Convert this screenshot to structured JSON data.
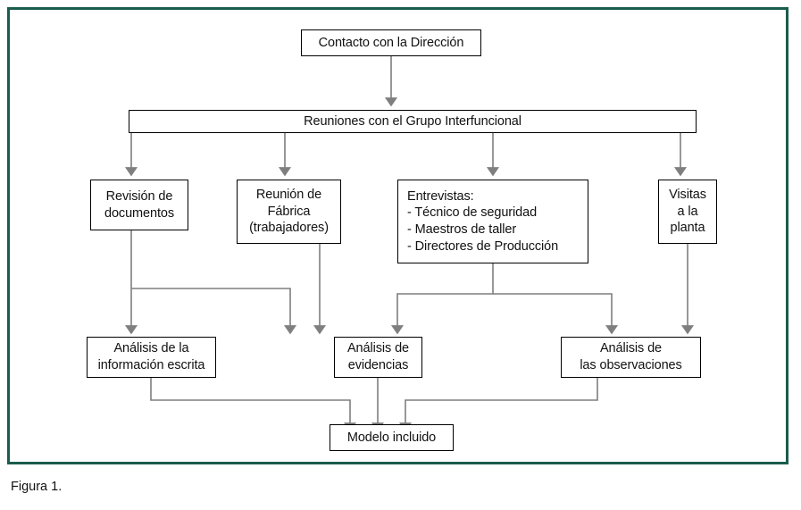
{
  "figure": {
    "caption": "Figura 1.",
    "border_color": "#1a5c4d",
    "connector_color": "#7f7f7f",
    "node_border_color": "#000000",
    "background": "#ffffff"
  },
  "chart_data": {
    "type": "diagram",
    "title": "Figura 1.",
    "diagram_kind": "flowchart",
    "orientation": "top-to-bottom",
    "nodes": [
      {
        "id": "contacto",
        "label": "Contacto con la Dirección",
        "lines": [
          "Contacto con la Dirección"
        ]
      },
      {
        "id": "reuniones",
        "label": "Reuniones con el Grupo Interfuncional",
        "lines": [
          "Reuniones con el Grupo Interfuncional"
        ]
      },
      {
        "id": "revision",
        "label": "Revisión de documentos",
        "lines": [
          "Revisión de",
          "documentos"
        ]
      },
      {
        "id": "reunion_fab",
        "label": "Reunión de Fábrica (trabajadores)",
        "lines": [
          "Reunión de",
          "Fábrica",
          "(trabajadores)"
        ]
      },
      {
        "id": "entrevistas",
        "label": "Entrevistas: - Técnico de seguridad - Maestros de taller - Directores de Producción",
        "lines": [
          "Entrevistas:",
          "- Técnico de  seguridad",
          "- Maestros de taller",
          "- Directores de  Producción"
        ]
      },
      {
        "id": "visitas",
        "label": "Visitas a la planta",
        "lines": [
          "Visitas",
          "a la",
          "planta"
        ]
      },
      {
        "id": "an_info",
        "label": "Análisis de la información escrita",
        "lines": [
          "Análisis de la",
          "información escrita"
        ]
      },
      {
        "id": "an_evid",
        "label": "Análisis de evidencias",
        "lines": [
          "Análisis de",
          "evidencias"
        ]
      },
      {
        "id": "an_obs",
        "label": "Análisis de las observaciones",
        "lines": [
          "Análisis de",
          "las observaciones"
        ]
      },
      {
        "id": "modelo",
        "label": "Modelo incluido",
        "lines": [
          "Modelo incluido"
        ]
      }
    ],
    "edges": [
      {
        "from": "contacto",
        "to": "reuniones"
      },
      {
        "from": "reuniones",
        "to": "revision"
      },
      {
        "from": "reuniones",
        "to": "reunion_fab"
      },
      {
        "from": "reuniones",
        "to": "entrevistas"
      },
      {
        "from": "reuniones",
        "to": "visitas"
      },
      {
        "from": "revision",
        "to": "an_info"
      },
      {
        "from": "revision",
        "to": "an_evid"
      },
      {
        "from": "reunion_fab",
        "to": "an_evid"
      },
      {
        "from": "entrevistas",
        "to": "an_evid"
      },
      {
        "from": "entrevistas",
        "to": "an_obs"
      },
      {
        "from": "visitas",
        "to": "an_obs"
      },
      {
        "from": "an_info",
        "to": "modelo"
      },
      {
        "from": "an_evid",
        "to": "modelo"
      },
      {
        "from": "an_obs",
        "to": "modelo"
      }
    ]
  }
}
